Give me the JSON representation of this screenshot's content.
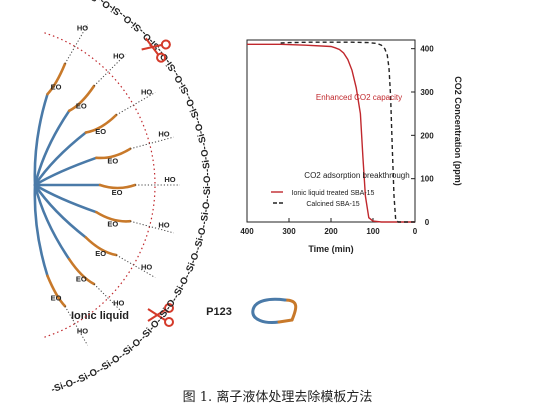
{
  "caption": "图 1. 离子液体处理去除模板方法",
  "chart_data": {
    "type": "line",
    "title": "CO2 adsorption breakthrough",
    "xlabel": "Time (min)",
    "ylabel": "CO2 Concentration (ppm)",
    "xlim": [
      0,
      400
    ],
    "ylim": [
      0,
      420
    ],
    "x_ticks": [
      "0",
      "100",
      "200",
      "300",
      "400"
    ],
    "y_ticks": [
      "0",
      "100",
      "200",
      "300",
      "400"
    ],
    "annotation": "Enhanced CO2 capacity",
    "series": [
      {
        "name": "Ionic liquid treated SBA-15",
        "color": "#c0282d",
        "style": "solid",
        "x": [
          0,
          40,
          80,
          100,
          110,
          118,
          124,
          130,
          140,
          150,
          160,
          170,
          180,
          190,
          200,
          260,
          320,
          370,
          400
        ],
        "y": [
          0,
          0,
          0,
          2,
          10,
          60,
          150,
          250,
          310,
          350,
          375,
          390,
          398,
          402,
          405,
          408,
          410,
          410,
          410
        ]
      },
      {
        "name": "Calcined SBA-15",
        "color": "#222222",
        "style": "dashed",
        "x": [
          0,
          40,
          46,
          50,
          54,
          58,
          62,
          66,
          72,
          80,
          90,
          110,
          150,
          200,
          250,
          300,
          320
        ],
        "y": [
          0,
          0,
          5,
          60,
          170,
          290,
          355,
          385,
          400,
          408,
          412,
          414,
          415,
          415,
          415,
          414,
          413
        ]
      }
    ]
  },
  "diagram": {
    "chain_unit": "-Si-O-",
    "silica_label": "-Si-O-",
    "hydroxyl_label": "HO",
    "eo_label": "EO",
    "legend_p123": "P123",
    "legend_ionic": "Ionic liquid",
    "colors": {
      "eo": "#c8792a",
      "ppo": "#4a7aa8",
      "guide": "#c0282d",
      "scissors": "#d43a2a"
    }
  }
}
